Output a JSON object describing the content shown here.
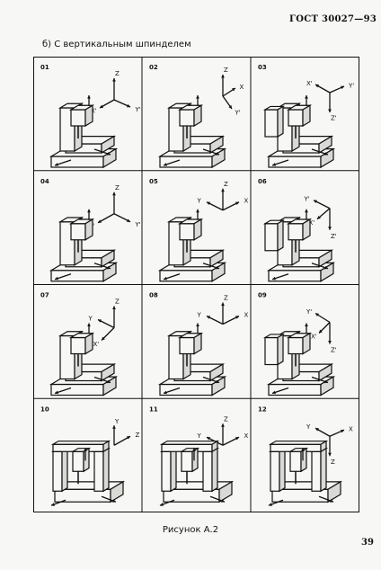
{
  "header": {
    "standard": "ГОСТ 30027—93"
  },
  "section": {
    "title": "б) С вертикальным шпинделем"
  },
  "figures": [
    {
      "num": "01",
      "axes": [
        "Z",
        "X'",
        "Y'"
      ]
    },
    {
      "num": "02",
      "axes": [
        "Z",
        "X",
        "Y'"
      ]
    },
    {
      "num": "03",
      "axes": [
        "X'",
        "Y'",
        "Z'"
      ]
    },
    {
      "num": "04",
      "axes": [
        "Z",
        "X'",
        "Y'"
      ]
    },
    {
      "num": "05",
      "axes": [
        "Z",
        "Y",
        "X"
      ]
    },
    {
      "num": "06",
      "axes": [
        "Y'",
        "X'",
        "Z'"
      ]
    },
    {
      "num": "07",
      "axes": [
        "Z",
        "Y",
        "X'"
      ]
    },
    {
      "num": "08",
      "axes": [
        "Z",
        "Y",
        "X"
      ]
    },
    {
      "num": "09",
      "axes": [
        "Y'",
        "X'",
        "Z'"
      ]
    },
    {
      "num": "10",
      "axes": [
        "Y",
        "Z"
      ]
    },
    {
      "num": "11",
      "axes": [
        "Z",
        "Y",
        "X"
      ]
    },
    {
      "num": "12",
      "axes": [
        "Y",
        "X",
        "Z"
      ]
    }
  ],
  "caption": "Рисунок А.2",
  "page_number": "39"
}
